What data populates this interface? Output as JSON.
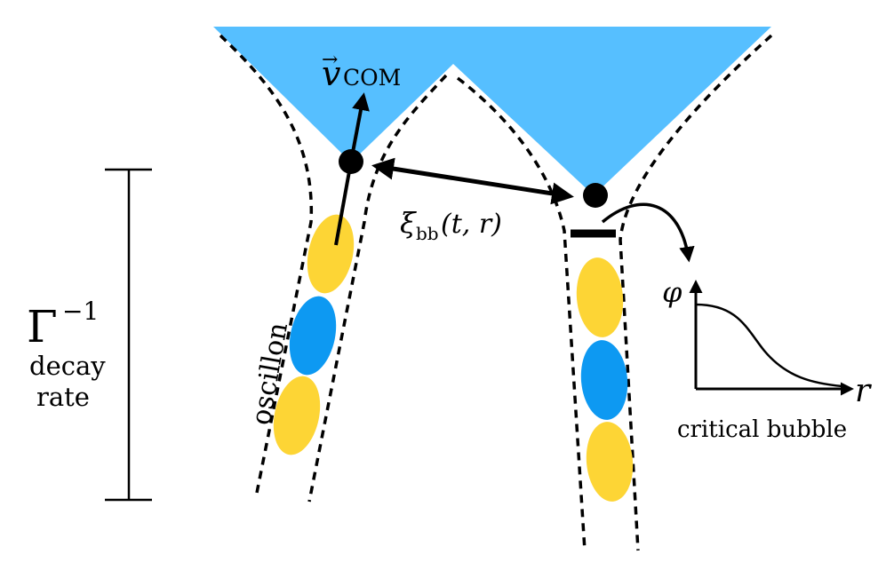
{
  "labels": {
    "v_symbol": "v",
    "v_arrow": "→",
    "v_subscript": "COM",
    "xi_symbol": "ξ",
    "xi_subscript": "bb",
    "xi_args": "(t, r)",
    "gamma_symbol": "Γ",
    "gamma_exponent": "−1",
    "decay": "decay",
    "rate": "rate",
    "oscillon": "oscillon",
    "phi_axis": "φ",
    "r_axis": "r",
    "critical_bubble": "critical bubble"
  },
  "colors": {
    "bubble_fill": "#56bfff",
    "lump_yellow": "#fdd535",
    "lump_blue": "#0d99f2",
    "ink": "#000000"
  }
}
